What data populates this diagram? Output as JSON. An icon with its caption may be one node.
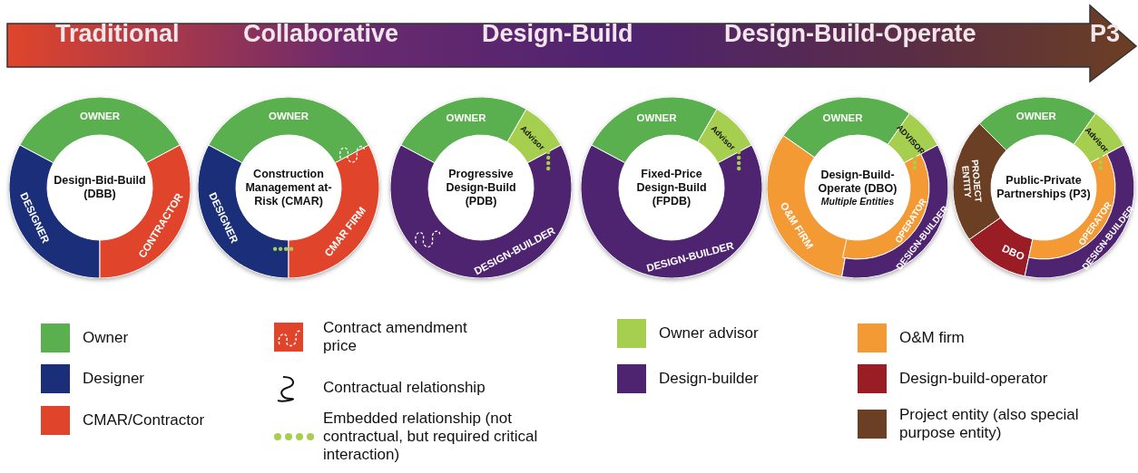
{
  "diagram": {
    "nodes": [
      {
        "text": [
          "Traditional",
          "Collaborative",
          "Design-Build",
          "Design-Build-Operate",
          "P3"
        ]
      },
      {
        "text": [
          "Design-Bid-Build (DBB)"
        ]
      },
      {
        "text": [
          "OWNER"
        ],
        "in": 1
      },
      {
        "text": [
          "DESIGNER"
        ],
        "in": 1
      },
      {
        "text": [
          "CONTRACTOR"
        ],
        "in": 1
      },
      {
        "text": [
          "Construction Management at-Risk (CMAR)"
        ]
      },
      {
        "text": [
          "OWNER"
        ],
        "in": 5
      },
      {
        "text": [
          "DESIGNER"
        ],
        "in": 5
      },
      {
        "text": [
          "CMAR FIRM"
        ],
        "in": 5
      },
      {
        "text": [
          "Progressive Design-Build (PDB)"
        ]
      },
      {
        "text": [
          "OWNER"
        ],
        "in": 9
      },
      {
        "text": [
          "Advisor"
        ],
        "in": 9
      },
      {
        "text": [
          "DESIGN-BUILDER"
        ],
        "in": 9
      },
      {
        "text": [
          "Fixed-Price Design-Build (FPDB)"
        ]
      },
      {
        "text": [
          "OWNER"
        ],
        "in": 13
      },
      {
        "text": [
          "Advisor"
        ],
        "in": 13
      },
      {
        "text": [
          "DESIGN-BUILDER"
        ],
        "in": 13
      },
      {
        "text": [
          "Design-Build-Operate (DBO)",
          "Multiple Entities"
        ]
      },
      {
        "text": [
          "OWNER"
        ],
        "in": 17
      },
      {
        "text": [
          "ADVISOR"
        ],
        "in": 17
      },
      {
        "text": [
          "O&M FIRM"
        ],
        "in": 17
      },
      {
        "text": [
          "OPERATOR"
        ],
        "in": 17
      },
      {
        "text": [
          "DESIGN-BUILDER"
        ],
        "in": 17
      },
      {
        "text": [
          "Public-Private Partnerships (P3)"
        ]
      },
      {
        "text": [
          "OWNER"
        ],
        "in": 23
      },
      {
        "text": [
          "Advisor"
        ],
        "in": 23
      },
      {
        "text": [
          "PROJECT ENTITY"
        ],
        "in": 23
      },
      {
        "text": [
          "DBO"
        ],
        "in": 23
      },
      {
        "text": [
          "OPERATOR"
        ],
        "in": 23
      },
      {
        "text": [
          "DESIGN-BUILDER"
        ],
        "in": 23
      }
    ],
    "edges": [],
    "legend": [
      {
        "text": "Owner",
        "color": "#5ab04f"
      },
      {
        "text": "Designer",
        "color": "#1b2e7a"
      },
      {
        "text": "CMAR/Contractor",
        "color": "#e0452b"
      },
      {
        "text": "Contract amendment price"
      },
      {
        "text": "Contractual relationship"
      },
      {
        "text": "Embedded relationship (not contractual, but required critical interaction)"
      },
      {
        "text": "Owner advisor",
        "color": "#a6cf4f"
      },
      {
        "text": "Design-builder",
        "color": "#4e2370"
      },
      {
        "text": "O&M firm",
        "color": "#f39a35"
      },
      {
        "text": "Design-build-operator",
        "color": "#9a1c24"
      },
      {
        "text": "Project entity (also special purpose entity)",
        "color": "#6b3f23"
      }
    ]
  }
}
